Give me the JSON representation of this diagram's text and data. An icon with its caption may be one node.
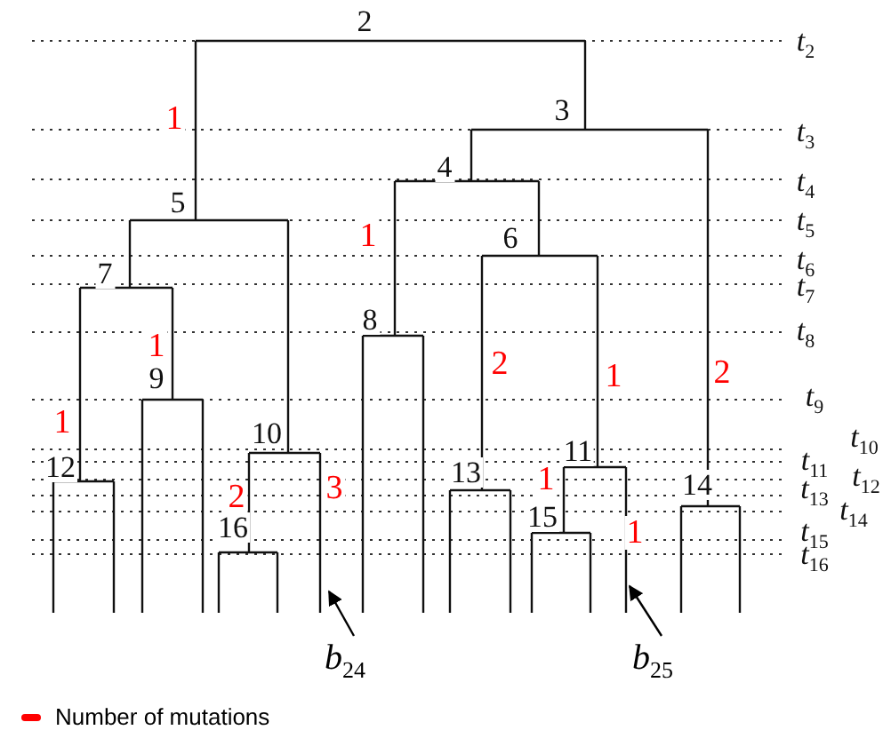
{
  "diagram": {
    "nodes": [
      {
        "text": [
          "*b*$_{24}$"
        ]
      },
      {
        "text": [
          "*b*$_{25}$"
        ]
      }
    ],
    "edges": [
      {
        "from": 0,
        "to": null,
        "arrow": "to"
      },
      {
        "from": 1,
        "to": null,
        "arrow": "to"
      }
    ],
    "labels": [
      "2",
      "*t*$_{2}$",
      "1",
      "3",
      "*t*$_{3}$",
      "4",
      "*t*$_{4}$",
      "5",
      "1",
      "*t*$_{5}$",
      "6",
      "*t*$_{6}$",
      "7",
      "*t*$_{7}$",
      "8",
      "*t*$_{8}$",
      "1",
      "9",
      "2",
      "1",
      "2",
      "*t*$_{9}$",
      "1",
      "10",
      "*t*$_{10}$",
      "11",
      "*t*$_{11}$",
      "12",
      "*t*$_{12}$",
      "13",
      "*t*$_{13}$",
      "14",
      "*t*$_{14}$",
      "2",
      "3",
      "1",
      "15",
      "*t*$_{15}$",
      "16",
      "1",
      "*t*$_{16}$"
    ],
    "legend": [
      {
        "text": "Number of mutations",
        "color": "#ff0000"
      }
    ]
  }
}
